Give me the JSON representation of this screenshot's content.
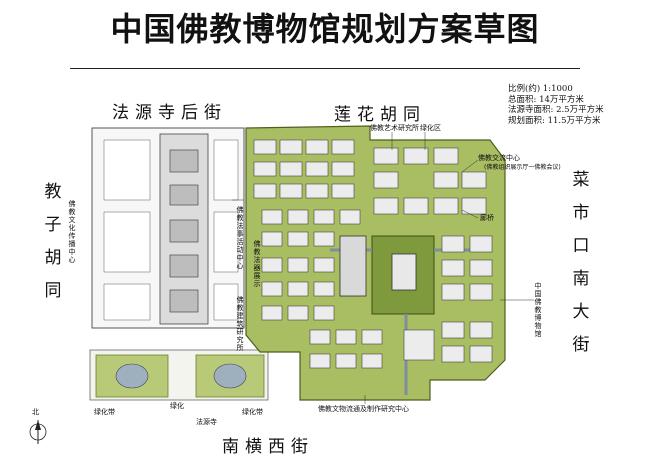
{
  "title": "中国佛教博物馆规划方案草图",
  "streets": {
    "north_left": "法源寺后街",
    "north_right": "莲花胡同",
    "west": "教子胡同",
    "east": "菜市口南大街",
    "south": "南横西街"
  },
  "legend": {
    "scale": "比例(约) 1:1000",
    "total_area": "总面积: 14万平方米",
    "temple_area": "法源寺面积: 2.5万平方米",
    "plan_area": "规划面积: 11.5万平方米"
  },
  "labels": {
    "culture_center": "佛教文化传播中心",
    "dharma_center": "佛教法事活动中心",
    "exhibition": "佛教法器展示",
    "research": "佛教建筑研究所",
    "art_institute": "佛教艺术研究所",
    "green_zone": "绿化区",
    "exchange_center": "佛教交流中心",
    "exchange_sub": "(佛教组织展示厅一佛教会议)",
    "pavilion": "廊桥",
    "museum": "中国佛教博物馆",
    "relic_center": "佛教文物流通及制作研究中心",
    "green_belt_a": "绿化带",
    "green_belt_b": "绿化",
    "green_belt_c": "绿化带",
    "temple": "法源寺",
    "north": "北"
  },
  "colors": {
    "green": "#7f9a3c",
    "light_green": "#b8c978",
    "building": "#e8e8e8",
    "water": "#8a9aa6"
  }
}
